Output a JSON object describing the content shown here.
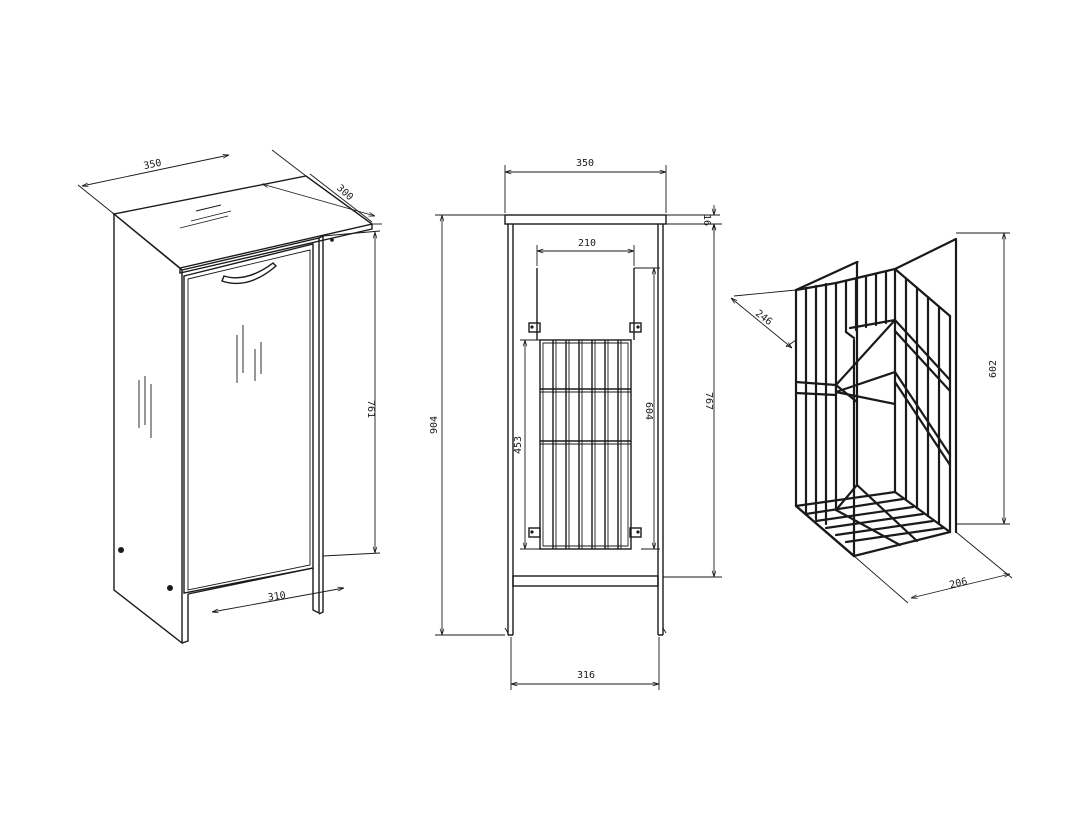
{
  "views": {
    "perspective": {
      "width": "350",
      "depth": "300",
      "height": "761",
      "inner_width": "310"
    },
    "front": {
      "width": "350",
      "basket_width": "210",
      "top_thickness": "16",
      "total_height": "904",
      "body_height": "767",
      "rail_height": "604",
      "basket_height": "453",
      "leg_span": "316"
    },
    "basket": {
      "depth": "246",
      "height": "602",
      "width": "206"
    }
  },
  "colors": {
    "line": "#1a1a1a",
    "background": "#ffffff"
  }
}
